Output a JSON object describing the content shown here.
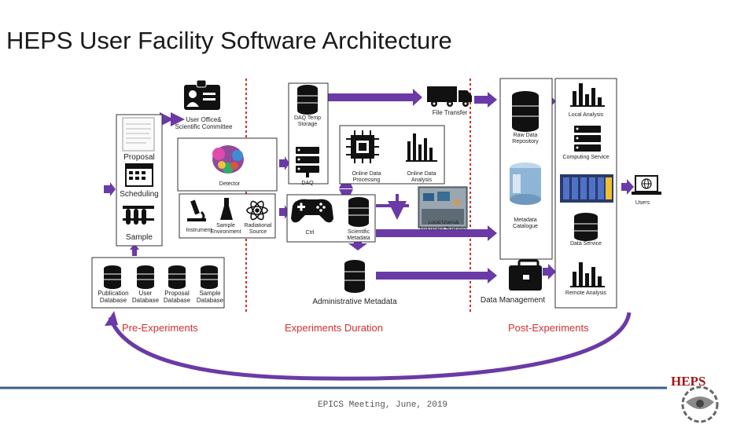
{
  "title": "HEPS User Facility Software Architecture",
  "phases": {
    "pre": "Pre-Experiments",
    "during": "Experiments Duration",
    "post": "Post-Experiments"
  },
  "pre": {
    "user_office": "User Office&\nScientific Committee",
    "proposal": "Proposal",
    "scheduling": "Scheduling",
    "sample": "Sample",
    "detector": "Detector",
    "instrument": "Instrument",
    "sample_environment": "Sample\nEnvironment",
    "radiational_source": "Radiational\nSource",
    "publication_db": "Publication\nDatabase",
    "user_db": "User\nDatabase",
    "proposal_db": "Proposal\nDatabase",
    "sample_db": "Sample\nDatabase"
  },
  "during": {
    "daq_temp_storage": "DAQ Temp\nStorage",
    "daq": "DAQ",
    "online_data_processing": "Online Data\nProcessing",
    "online_data_analysis": "Online Data\nAnalysis",
    "ctrl": "Ctrl",
    "scientific_metadata": "Scientific\nMetadata",
    "local_users": "Local Users&\nInstrument Scientists",
    "administrative_metadata": "Administrative Metadata",
    "file_transfer": "File Transfer"
  },
  "post": {
    "raw_data_repository": "Raw Data\nRepository",
    "metadata_catalogue": "Metadata\nCatalogue",
    "data_management": "Data Management",
    "local_analysis": "Local Analysis",
    "computing_service": "Computing Service",
    "data_service": "Data Service",
    "remote_analysis": "Remote Analysis",
    "users": "Users"
  },
  "footer": {
    "meeting": "EPICS Meeting, June, 2019",
    "logo_text": "HEPS"
  },
  "colors": {
    "arrow": "#6a3aa6",
    "divider": "#d92b2b",
    "footer_line": "#3a5f8a"
  },
  "icons": [
    "id-card-icon",
    "document-icon",
    "calendar-icon",
    "test-tubes-icon",
    "detector-icon",
    "microscope-icon",
    "flask-icon",
    "atom-icon",
    "database-icon",
    "server-rack-icon",
    "chip-icon",
    "bar-chart-icon",
    "gamepad-icon",
    "truck-icon",
    "briefcase-icon",
    "laptop-globe-icon",
    "supercomputer-icon",
    "storage-cylinder-icon"
  ]
}
